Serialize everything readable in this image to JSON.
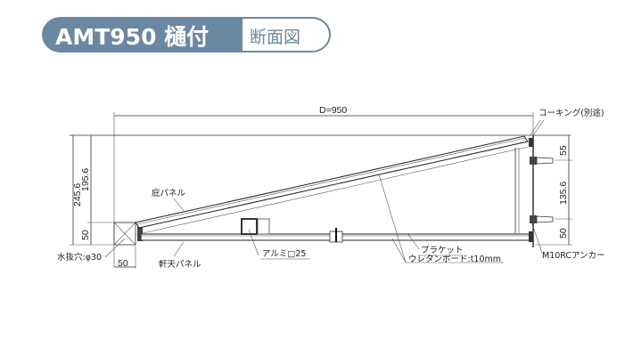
{
  "header": {
    "model": "AMT950 樋付",
    "view": "断面図",
    "accent_color": "#6b88a2"
  },
  "dimensions": {
    "depth": "D=950",
    "total_height": "245.6",
    "slope_height": "195.6",
    "gutter_height": "50",
    "gutter_width": "50",
    "right_top": "55",
    "right_middle": "135.6",
    "right_bottom": "50"
  },
  "labels": {
    "canopy_panel": "庇パネル",
    "soffit_panel": "軒天パネル",
    "drain_hole": "水抜穴:φ30",
    "aluminium": "アルミ□25",
    "bracket": "ブラケット",
    "urethane_board": "ウレタンボード:t10mm",
    "caulking": "コーキング(別途)",
    "anchor": "M10RCアンカー"
  }
}
